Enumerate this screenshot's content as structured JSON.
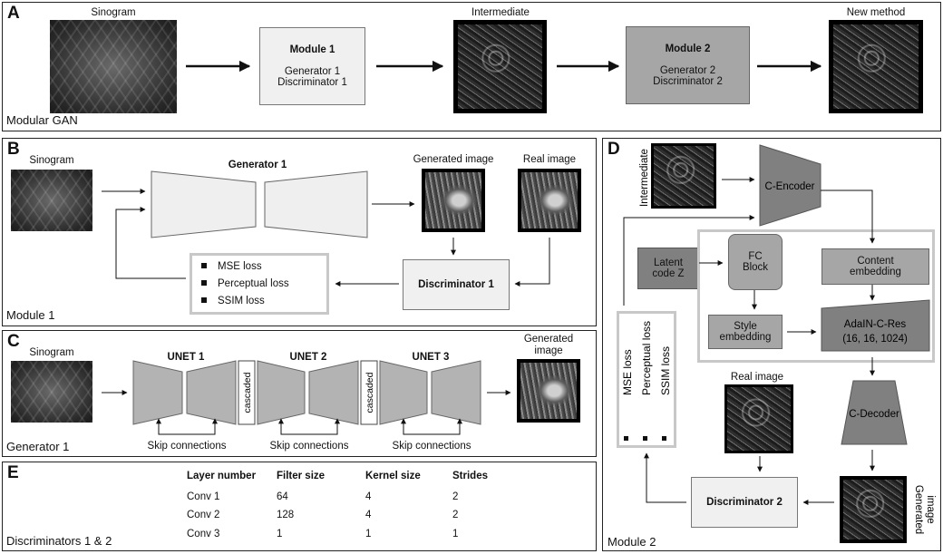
{
  "panelA": {
    "letter": "A",
    "caption": "Modular GAN",
    "sinogram": "Sinogram",
    "intermediate": "Intermediate",
    "new_method": "New method",
    "module1": {
      "title": "Module 1",
      "line1": "Generator 1",
      "line2": "Discriminator 1"
    },
    "module2": {
      "title": "Module 2",
      "line1": "Generator 2",
      "line2": "Discriminator 2"
    }
  },
  "panelB": {
    "letter": "B",
    "caption": "Module 1",
    "sinogram": "Sinogram",
    "generator": "Generator 1",
    "generated": "Generated image",
    "real": "Real image",
    "discriminator": "Discriminator 1",
    "losses": [
      "MSE loss",
      "Perceptual loss",
      "SSIM loss"
    ]
  },
  "panelC": {
    "letter": "C",
    "caption": "Generator 1",
    "sinogram": "Sinogram",
    "unets": [
      "UNET 1",
      "UNET 2",
      "UNET 3"
    ],
    "cascaded": "cascaded",
    "skip": "Skip connections",
    "generated_line1": "Generated",
    "generated_line2": "image"
  },
  "panelD": {
    "letter": "D",
    "caption": "Module 2",
    "intermediate": "Intermediate",
    "encoder": "C-Encoder",
    "latent_line1": "Latent",
    "latent_line2": "code Z",
    "fc_line1": "FC",
    "fc_line2": "Block",
    "content_line1": "Content",
    "content_line2": "embedding",
    "style_line1": "Style",
    "style_line2": "embedding",
    "adain_line1": "AdaIN-C-Res",
    "adain_line2": "(16, 16, 1024)",
    "real": "Real image",
    "decoder": "C-Decoder",
    "generated_line1": "Generated",
    "generated_line2": "image",
    "discriminator": "Discriminator 2",
    "losses": [
      "MSE loss",
      "Perceptual loss",
      "SSIM loss"
    ]
  },
  "panelE": {
    "letter": "E",
    "caption": "Discriminators 1 & 2",
    "headers": [
      "Layer number",
      "Filter size",
      "Kernel size",
      "Strides"
    ],
    "rows": [
      [
        "Conv 1",
        "64",
        "4",
        "2"
      ],
      [
        "Conv 2",
        "128",
        "4",
        "2"
      ],
      [
        "Conv 3",
        "1",
        "1",
        "1"
      ]
    ]
  },
  "colors": {
    "light_box": "#f0f0f0",
    "mid_box": "#a6a6a6",
    "dark_box": "#808080",
    "loss_border": "#c8c8c8"
  }
}
